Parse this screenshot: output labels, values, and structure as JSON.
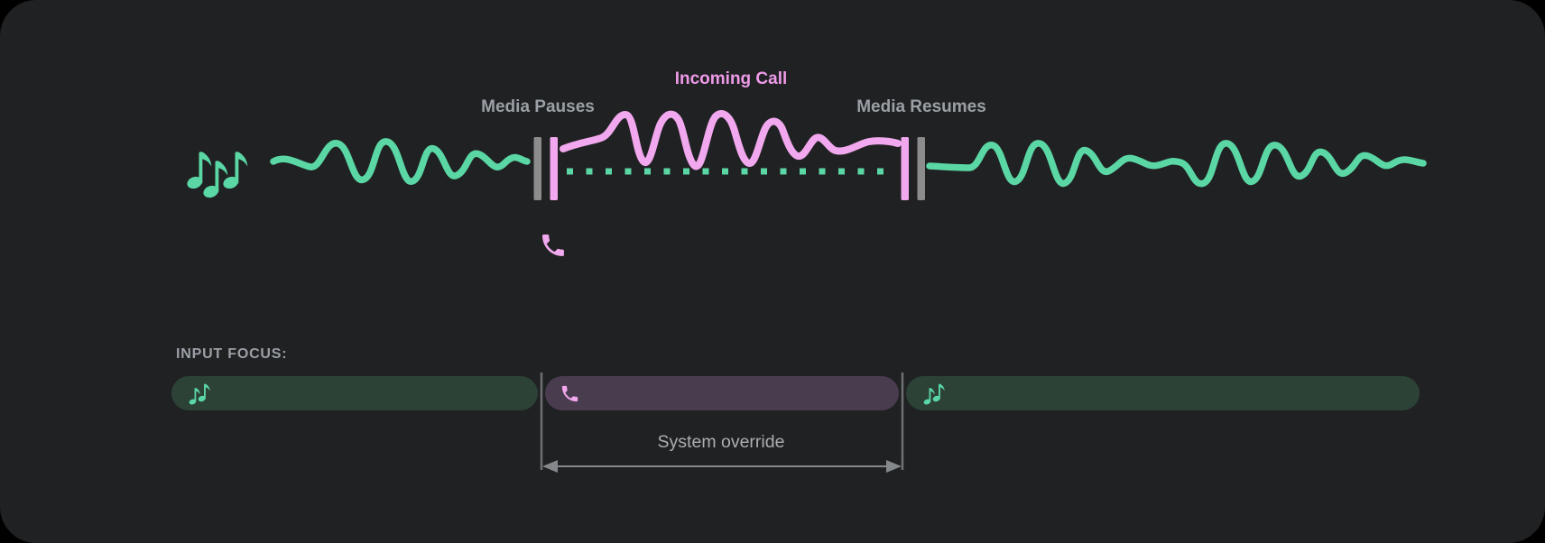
{
  "timeline": {
    "media_pauses_label": "Media Pauses",
    "incoming_call_label": "Incoming Call",
    "media_resumes_label": "Media Resumes",
    "icons": {
      "media_source": "music-notes-icon",
      "incoming_call": "phone-icon"
    }
  },
  "input_focus": {
    "heading": "INPUT FOCUS:",
    "segments": [
      {
        "name": "media-before-call",
        "icon": "music-notes-icon"
      },
      {
        "name": "incoming-call-override",
        "icon": "phone-icon"
      },
      {
        "name": "media-after-call",
        "icon": "music-notes-icon"
      }
    ],
    "system_override_label": "System override"
  },
  "colors": {
    "background": "#000000",
    "panel": "#202122",
    "media_green": "#5AD7A5",
    "media_bar_fill": "#2C4237",
    "call_pink": "#F2A8EE",
    "call_text_pink": "#EE9AE8",
    "call_bar_fill": "#4A3C4F",
    "label_gray": "#9AA0A6",
    "annotation_gray": "#ABAEB2",
    "marker_gray": "#8C8C8C",
    "guide_gray": "#6E7174"
  }
}
